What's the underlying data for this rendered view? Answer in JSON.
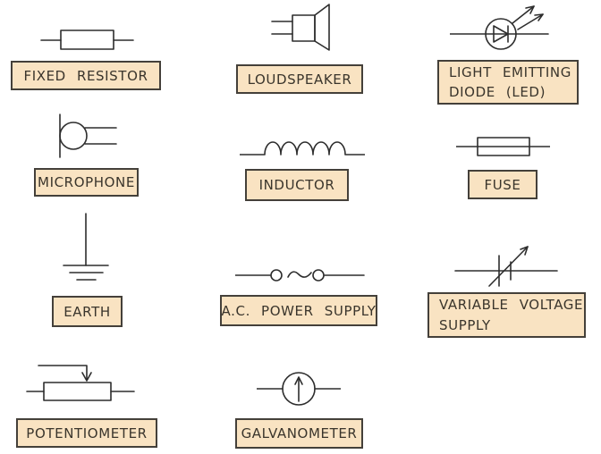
{
  "colors": {
    "background": "#ffffff",
    "label_fill": "#f9e3c2",
    "label_border": "#44403a",
    "line": "#2d2d2d",
    "text": "#3a352c"
  },
  "items": [
    {
      "id": "fixed-resistor",
      "lines": [
        "FIXED RESISTOR"
      ]
    },
    {
      "id": "loudspeaker",
      "lines": [
        "LOUDSPEAKER"
      ]
    },
    {
      "id": "light-emitting-diode",
      "lines": [
        "LIGHT EMITTING",
        "DIODE (LED)"
      ]
    },
    {
      "id": "microphone",
      "lines": [
        "MICROPHONE"
      ]
    },
    {
      "id": "inductor",
      "lines": [
        "INDUCTOR"
      ]
    },
    {
      "id": "fuse",
      "lines": [
        "FUSE"
      ]
    },
    {
      "id": "earth",
      "lines": [
        "EARTH"
      ]
    },
    {
      "id": "ac-power-supply",
      "lines": [
        "A.C. POWER SUPPLY"
      ]
    },
    {
      "id": "variable-voltage-supply",
      "lines": [
        "VARIABLE VOLTAGE",
        "SUPPLY"
      ]
    },
    {
      "id": "potentiometer",
      "lines": [
        "POTENTIOMETER"
      ]
    },
    {
      "id": "galvanometer",
      "lines": [
        "GALVANOMETER"
      ]
    }
  ]
}
